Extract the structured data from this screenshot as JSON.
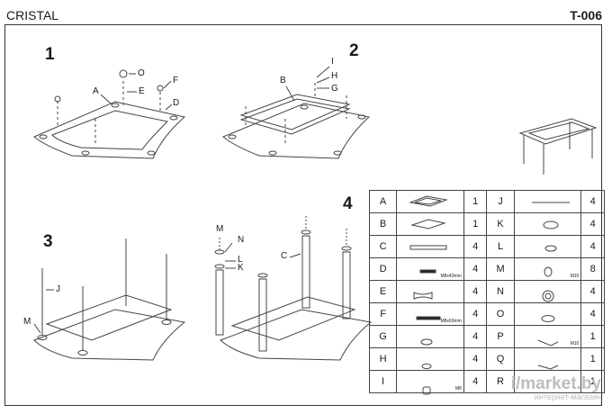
{
  "header": {
    "product": "CRISTAL",
    "code": "T-006"
  },
  "steps": [
    "1",
    "2",
    "3",
    "4"
  ],
  "labels": {
    "s1": [
      "A",
      "O",
      "E",
      "F",
      "D"
    ],
    "s2": [
      "I",
      "H",
      "G",
      "B"
    ],
    "s3": [
      "J",
      "M"
    ],
    "s4": [
      "M",
      "N",
      "L",
      "K",
      "C"
    ]
  },
  "parts": [
    {
      "letter": "A",
      "qty": "1",
      "size": ""
    },
    {
      "letter": "J",
      "qty": "4",
      "size": ""
    },
    {
      "letter": "B",
      "qty": "1",
      "size": ""
    },
    {
      "letter": "K",
      "qty": "4",
      "size": ""
    },
    {
      "letter": "C",
      "qty": "4",
      "size": ""
    },
    {
      "letter": "L",
      "qty": "4",
      "size": ""
    },
    {
      "letter": "D",
      "qty": "4",
      "size": "M8x43mm"
    },
    {
      "letter": "M",
      "qty": "8",
      "size": "M10"
    },
    {
      "letter": "E",
      "qty": "4",
      "size": ""
    },
    {
      "letter": "N",
      "qty": "4",
      "size": ""
    },
    {
      "letter": "F",
      "qty": "4",
      "size": "M8x60mm"
    },
    {
      "letter": "O",
      "qty": "4",
      "size": ""
    },
    {
      "letter": "G",
      "qty": "4",
      "size": ""
    },
    {
      "letter": "P",
      "qty": "1",
      "size": "M10"
    },
    {
      "letter": "H",
      "qty": "4",
      "size": ""
    },
    {
      "letter": "Q",
      "qty": "1",
      "size": ""
    },
    {
      "letter": "I",
      "qty": "4",
      "size": "M8"
    },
    {
      "letter": "R",
      "qty": "1",
      "size": ""
    }
  ],
  "watermark": {
    "brand": "i/market.by",
    "sub": "интернет-магазин"
  }
}
